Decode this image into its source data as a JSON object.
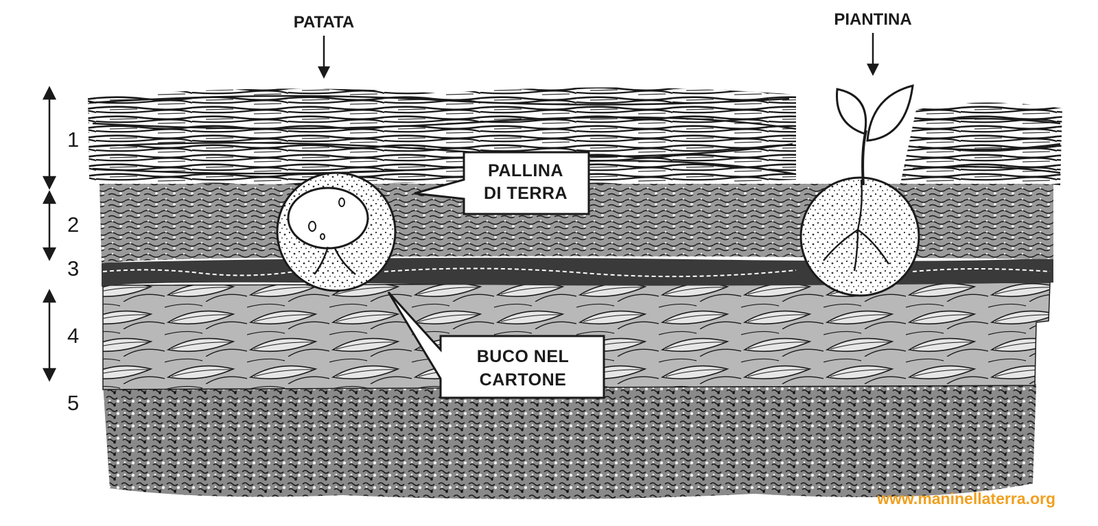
{
  "labels": {
    "potato": "PATATA",
    "seedling": "PIANTINA",
    "soil_ball_line1": "PALLINA",
    "soil_ball_line2": "DI TERRA",
    "cardboard_hole_line1": "BUCO NEL",
    "cardboard_hole_line2": "CARTONE"
  },
  "layers": [
    "1",
    "2",
    "3",
    "4",
    "5"
  ],
  "website": "www.maninellaterra.org",
  "colors": {
    "ink": "#1a1a1a",
    "website": "#f0a020",
    "background": "#ffffff"
  }
}
